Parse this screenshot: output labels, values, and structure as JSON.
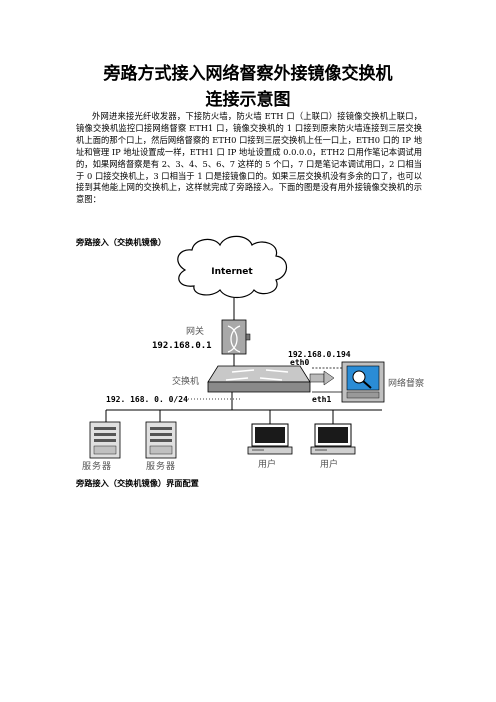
{
  "title_line1": "旁路方式接入网络督察外接镜像交换机",
  "title_line2": "连接示意图",
  "paragraph": "外网进来接光纤收发器，下接防火墙，防火墙 ETH 口（上联口）接镜像交换机上联口，镜像交换机监控口接网络督察 ETH1 口，镜像交换机的 1 口接到原来防火墙连接到三层交换机上面的那个口上，然后网络督察的 ETH0 口接到三层交换机上任一口上，ETH0 口的 IP 地址和管理 IP 地址设置成一样，ETH1 口 IP 地址设置成 0.0.0.0，ETH2 口用作笔记本调试用的，如果网络督察是有 2、3、4、5、6、7 这样的 5 个口，7 口是笔记本调试用口，2 口相当于 0 口接交换机上，3 口相当于 1 口是接镜像口的。如果三层交换机没有多余的口了，也可以接到其他能上网的交换机上，这样就完成了旁路接入。下面的图是没有用外接镜像交换机的示意图：",
  "caption_diagram": "旁路接入（交换机镜像）",
  "caption_config": "旁路接入（交换机镜像）界面配置",
  "diagram": {
    "internet": "Internet",
    "gateway_label": "网关",
    "gateway_ip": "192.168.0.1",
    "inspector_ip": "192.168.0.194",
    "eth0": "eth0",
    "eth1": "eth1",
    "switch_label": "交换机",
    "inspector_label": "网络督察",
    "subnet": "192. 168. 0. 0/24",
    "server1": "服务器",
    "server2": "服务器",
    "user1": "用户",
    "user2": "用户"
  }
}
